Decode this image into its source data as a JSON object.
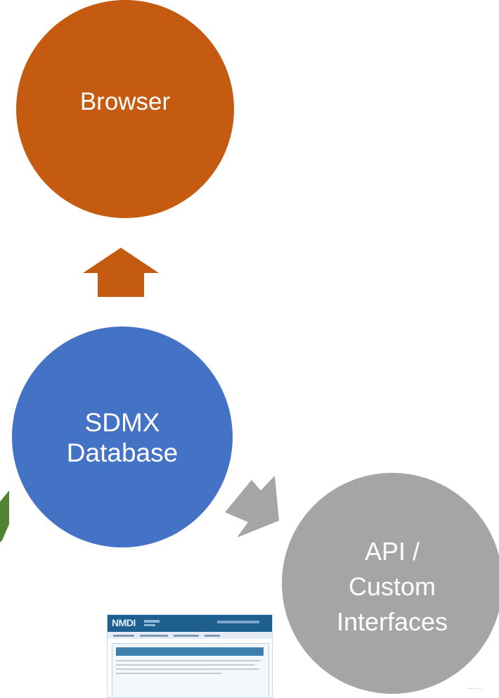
{
  "nodes": {
    "browser": {
      "label": "Browser",
      "color": "#c55a11"
    },
    "database": {
      "lines": [
        "SDMX",
        "Database"
      ],
      "color": "#4472c4"
    },
    "api": {
      "lines": [
        "API /",
        "Custom",
        "Interfaces"
      ],
      "color": "#a5a5a5"
    }
  },
  "arrows": {
    "to_browser": {
      "color": "#c55a11",
      "direction": "up"
    },
    "to_api": {
      "color": "#a5a5a5",
      "direction": "down-right"
    },
    "partial_left": {
      "color": "#548235",
      "direction": "down"
    }
  },
  "thumbnail": {
    "logo_text": "NMDI"
  }
}
